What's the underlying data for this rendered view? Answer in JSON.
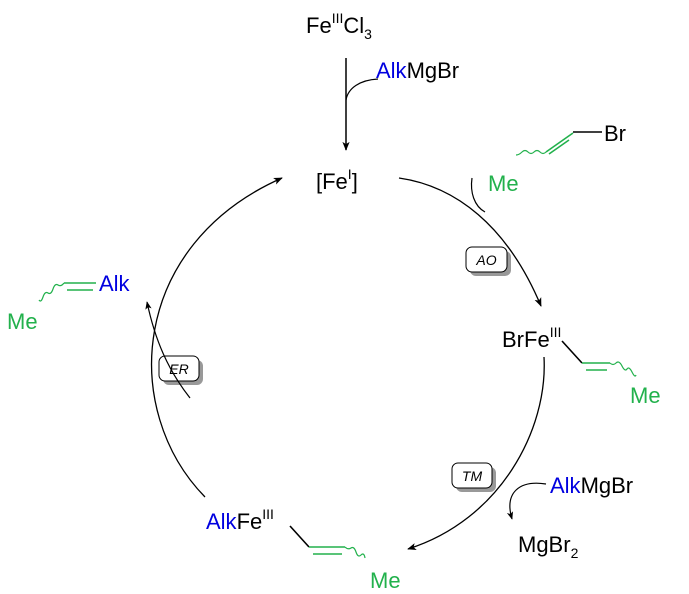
{
  "colors": {
    "text": "#000000",
    "alkyl": "#0000e0",
    "alkenyl": "#22b14c",
    "badge_shadow": "#999999"
  },
  "precatalyst": {
    "fe": "Fe",
    "ox": "III",
    "cl": "Cl",
    "n": "3"
  },
  "reductant": {
    "alk": "Alk",
    "rest": "MgBr"
  },
  "catalyst": {
    "open": "[Fe",
    "ox": "I",
    "close": "]"
  },
  "substrate": {
    "br": "Br",
    "me": "Me"
  },
  "step_ao": "AO",
  "intermediate1": {
    "label": "BrFe",
    "ox": "III",
    "me": "Me"
  },
  "step_tm": "TM",
  "transmetalation_reagent": {
    "alk": "Alk",
    "rest": "MgBr"
  },
  "byproduct": {
    "text": "MgBr",
    "n": "2"
  },
  "intermediate2": {
    "alk": "Alk",
    "fe": "Fe",
    "ox": "III",
    "me": "Me"
  },
  "step_er": "ER",
  "product": {
    "alk": "Alk",
    "me": "Me"
  }
}
